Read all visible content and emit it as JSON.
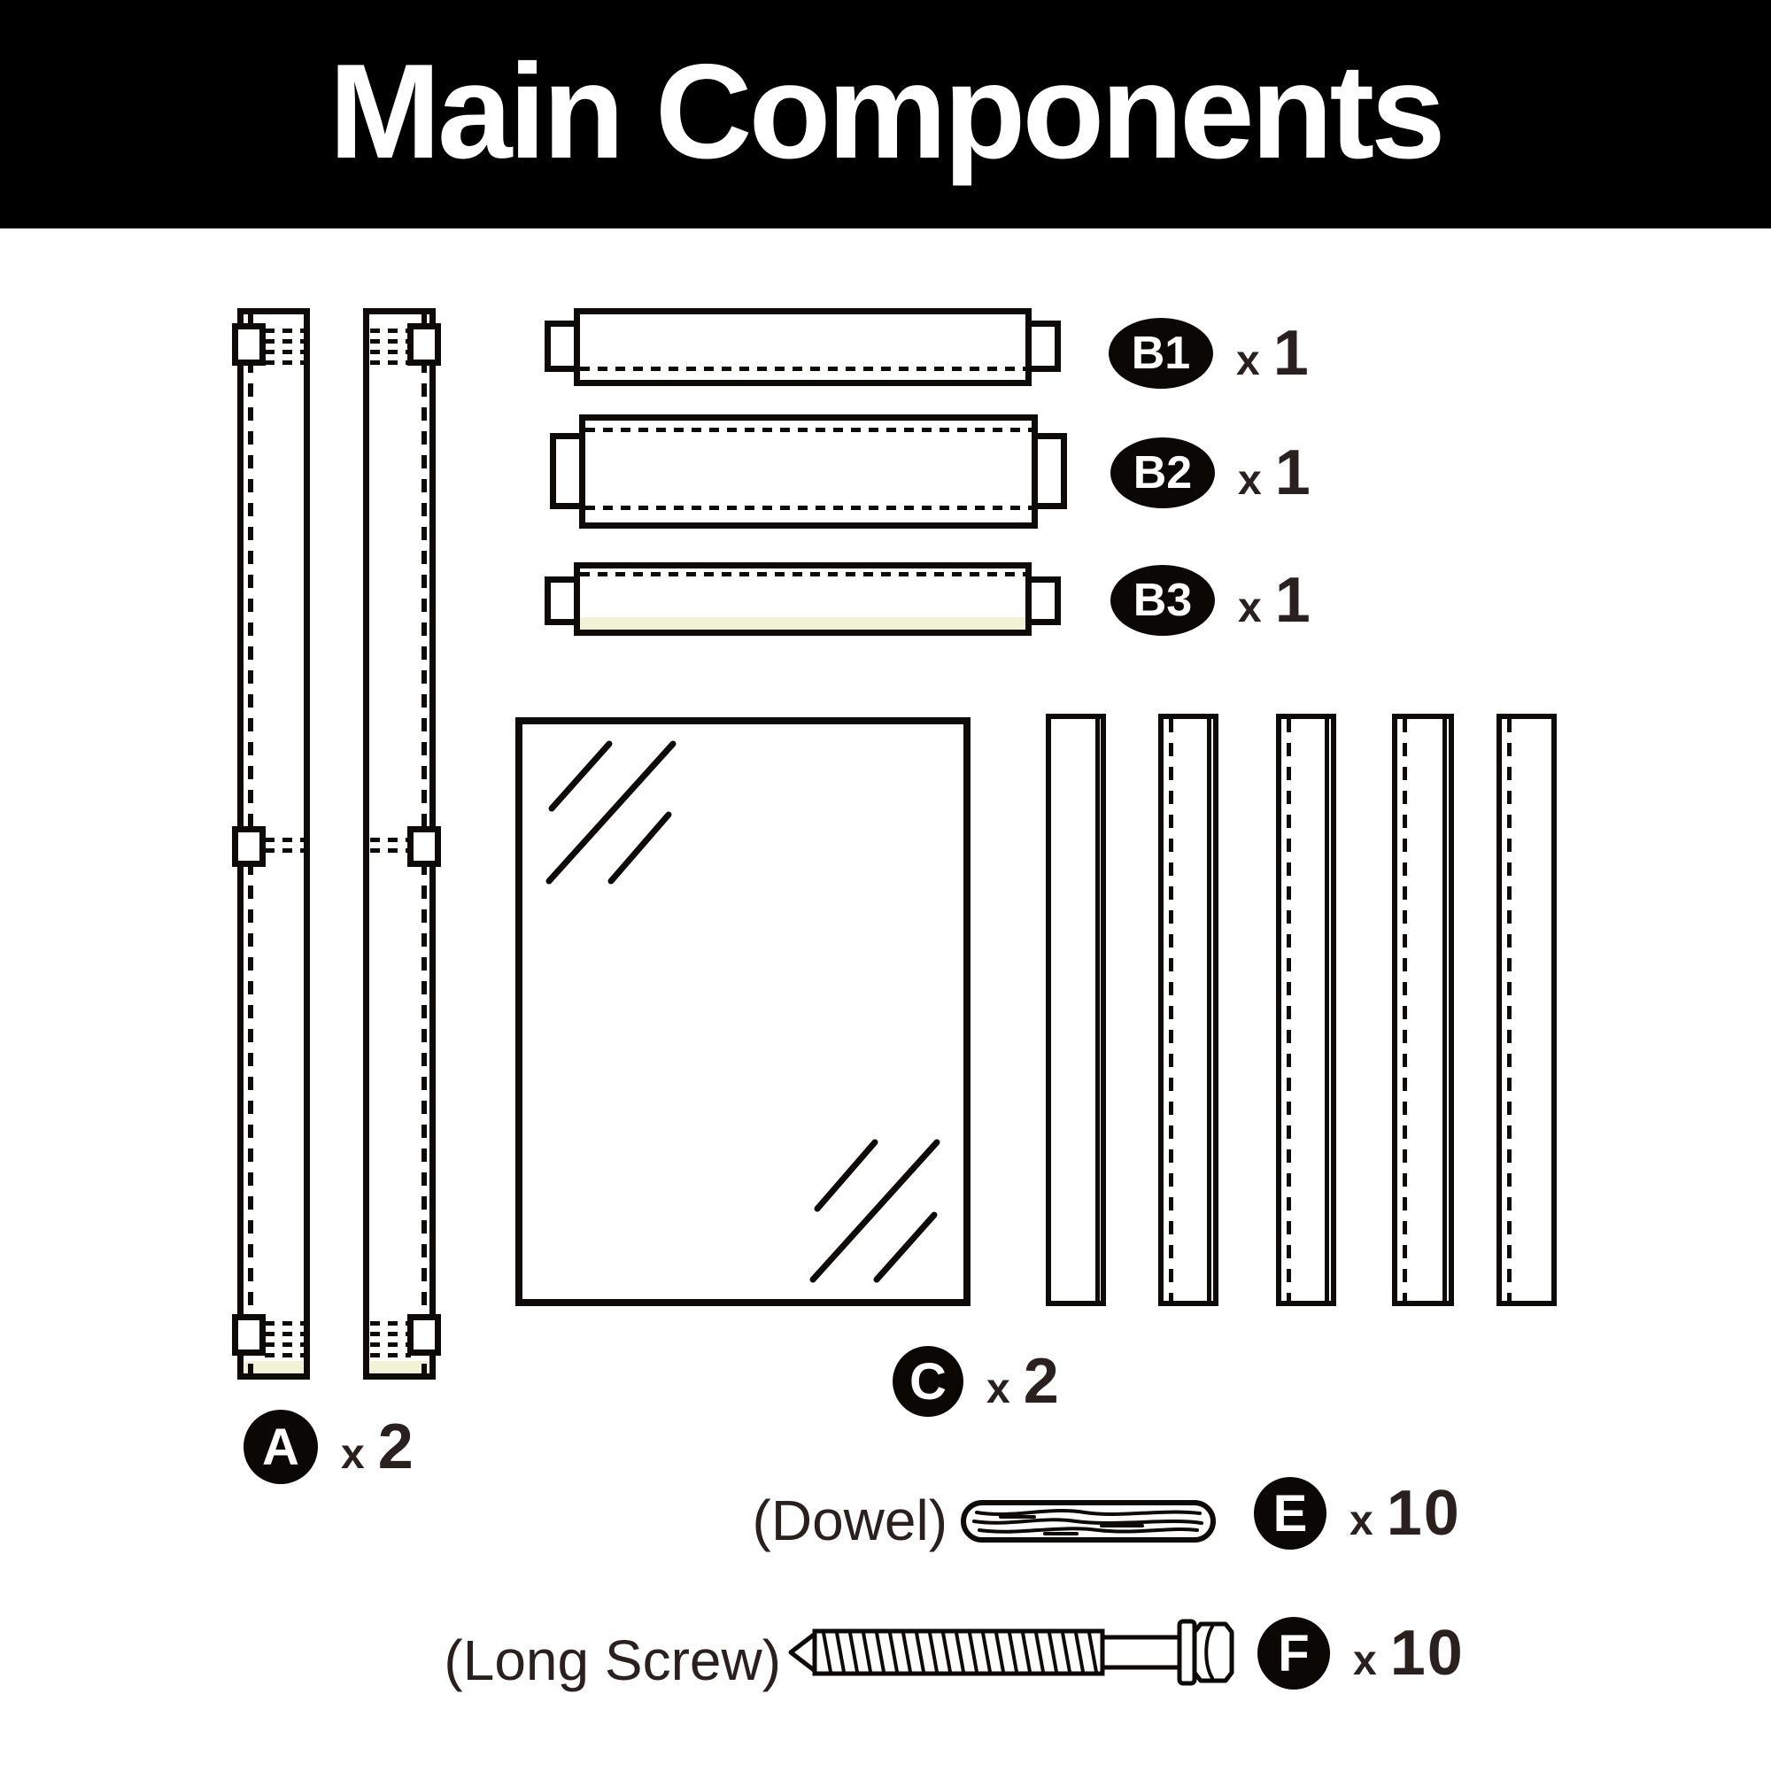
{
  "header": {
    "title": "Main Components"
  },
  "colors": {
    "header_bg": "#000000",
    "header_text": "#ffffff",
    "outline": "#0d0a08",
    "label_text": "#2a211e",
    "badge_bg": "#0b0705",
    "badge_text": "#ffffff",
    "accent_strip": "#f1f2d6",
    "background": "#ffffff"
  },
  "parts": {
    "A": {
      "badge": "A",
      "times": "x",
      "count": "2"
    },
    "B1": {
      "badge": "B1",
      "times": "x",
      "count": "1"
    },
    "B2": {
      "badge": "B2",
      "times": "x",
      "count": "1"
    },
    "B3": {
      "badge": "B3",
      "times": "x",
      "count": "1"
    },
    "C": {
      "badge": "C",
      "times": "x",
      "count": "2"
    },
    "E": {
      "badge": "E",
      "times": "x",
      "count": "10",
      "name": "(Dowel)"
    },
    "F": {
      "badge": "F",
      "times": "x",
      "count": "10",
      "name": "(Long Screw)"
    }
  }
}
